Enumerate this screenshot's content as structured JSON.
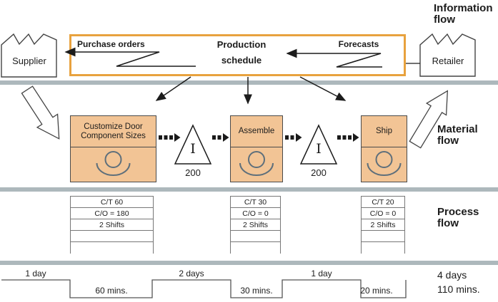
{
  "diagram": {
    "flow_labels": {
      "information": "Information flow",
      "material": "Material flow",
      "process": "Process flow"
    },
    "information_flow": {
      "supplier": "Supplier",
      "retailer": "Retailer",
      "purchase_orders_label": "Purchase orders",
      "forecasts_label": "Forecasts",
      "production_schedule": "Production schedule"
    },
    "processes": [
      {
        "name": "Customize Door Component Sizes",
        "data_box": {
          "cycle_time": "C/T 60",
          "changeover": "C/O = 180",
          "shifts": "2 Shifts"
        }
      },
      {
        "name": "Assemble",
        "data_box": {
          "cycle_time": "C/T 30",
          "changeover": "C/O = 0",
          "shifts": "2 Shifts"
        }
      },
      {
        "name": "Ship",
        "data_box": {
          "cycle_time": "C/T 20",
          "changeover": "C/O = 0",
          "shifts": "2 Shifts"
        }
      }
    ],
    "inventories": [
      {
        "symbol": "I",
        "quantity": "200"
      },
      {
        "symbol": "I",
        "quantity": "200"
      }
    ],
    "timeline": {
      "segments": [
        {
          "label": "1 day",
          "type": "lead"
        },
        {
          "label": "60 mins.",
          "type": "process"
        },
        {
          "label": "2 days",
          "type": "lead"
        },
        {
          "label": "30 mins.",
          "type": "process"
        },
        {
          "label": "1 day",
          "type": "lead"
        },
        {
          "label": "20 mins.",
          "type": "process"
        }
      ],
      "totals": {
        "lead_time": "4 days",
        "process_time": "110 mins."
      }
    },
    "colors": {
      "schedule_box_border": "#E8A23E",
      "process_box_fill": "#F2C495",
      "divider_bar": "#ADB8BC",
      "operator_icon": "#5E6F7B",
      "line": "#1c1c1c"
    }
  }
}
